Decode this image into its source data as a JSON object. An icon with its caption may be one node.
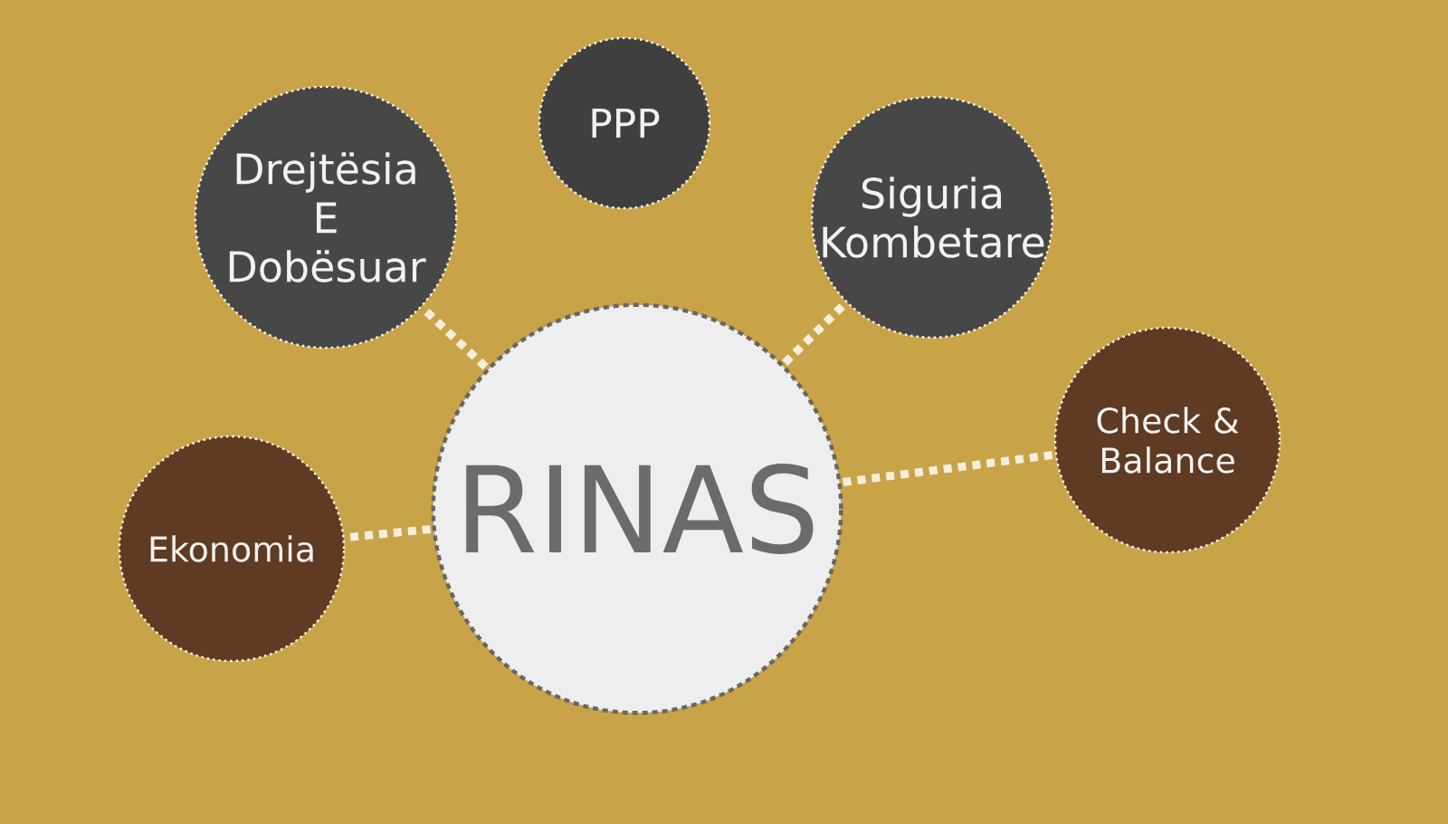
{
  "diagram": {
    "nodes": [
      {
        "text": [
          "PPP"
        ]
      },
      {
        "text": [
          "Drejtësia E Dobësuar"
        ]
      },
      {
        "text": [
          "Siguria Kombetare"
        ]
      },
      {
        "text": [
          "Check & Balance"
        ]
      },
      {
        "text": [
          "RINAS"
        ]
      },
      {
        "text": [
          "Ekonomia"
        ]
      }
    ],
    "edges": [
      {
        "from": 4,
        "to": 1,
        "arrow": "none",
        "style": "dashed"
      },
      {
        "from": 4,
        "to": 2,
        "arrow": "none",
        "style": "dashed"
      },
      {
        "from": 4,
        "to": 3,
        "arrow": "none",
        "style": "dashed"
      },
      {
        "from": 4,
        "to": 5,
        "arrow": "none",
        "style": "dashed"
      }
    ]
  }
}
